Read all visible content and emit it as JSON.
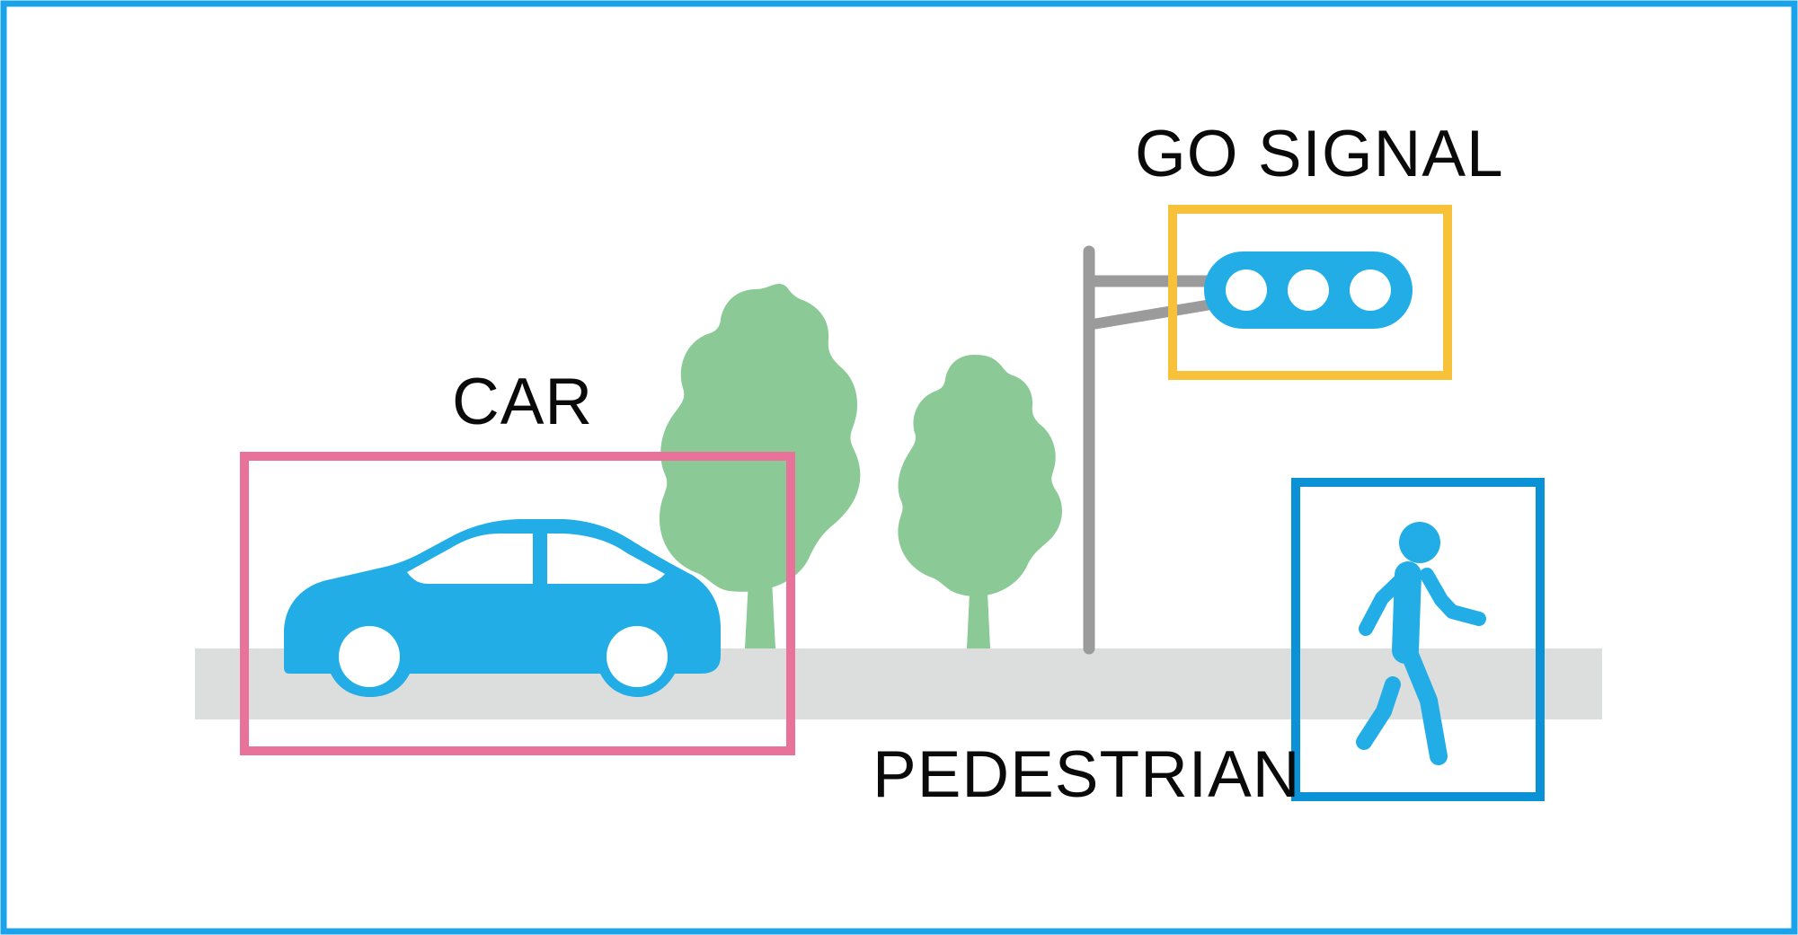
{
  "labels": {
    "car": "CAR",
    "go_signal": "GO SIGNAL",
    "pedestrian": "PEDESTRIAN"
  },
  "colors": {
    "frame": "#1aa3e8",
    "object_blue": "#22ade6",
    "tree_green": "#8bca97",
    "road_gray": "#dcdedd",
    "pole_gray": "#9b9b9b",
    "car_box": "#e8729a",
    "signal_box": "#f8c13a",
    "pedestrian_box": "#0a91d6",
    "label_text": "#0a0a0a"
  },
  "icons": {
    "car": "car-icon",
    "traffic_light": "traffic-light-icon",
    "pedestrian": "walking-person-icon",
    "tree": "tree-icon"
  }
}
